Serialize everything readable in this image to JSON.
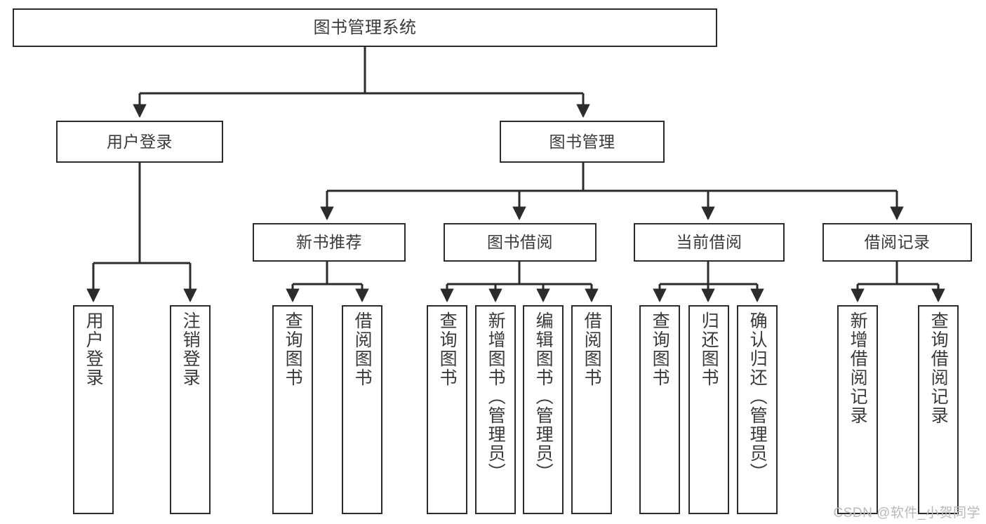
{
  "diagram": {
    "type": "tree-hierarchy",
    "title": "图书管理系统",
    "root": {
      "label": "图书管理系统"
    },
    "level2": [
      {
        "label": "用户登录"
      },
      {
        "label": "图书管理"
      }
    ],
    "level3": [
      {
        "label": "新书推荐"
      },
      {
        "label": "图书借阅"
      },
      {
        "label": "当前借阅"
      },
      {
        "label": "借阅记录"
      }
    ],
    "leaves": [
      {
        "label": "用户登录",
        "parent": "用户登录"
      },
      {
        "label": "注销登录",
        "parent": "用户登录"
      },
      {
        "label": "查询图书",
        "parent": "新书推荐"
      },
      {
        "label": "借阅图书",
        "parent": "新书推荐"
      },
      {
        "label": "查询图书",
        "parent": "图书借阅"
      },
      {
        "label": "新增图书（管理员）",
        "parent": "图书借阅"
      },
      {
        "label": "编辑图书（管理员）",
        "parent": "图书借阅"
      },
      {
        "label": "借阅图书",
        "parent": "图书借阅"
      },
      {
        "label": "查询图书",
        "parent": "当前借阅"
      },
      {
        "label": "归还图书",
        "parent": "当前借阅"
      },
      {
        "label": "确认归还（管理员）",
        "parent": "当前借阅"
      },
      {
        "label": "新增借阅记录",
        "parent": "借阅记录"
      },
      {
        "label": "查询借阅记录",
        "parent": "借阅记录"
      }
    ]
  },
  "watermark": {
    "text": "CSDN @软件_小贺同学"
  },
  "colors": {
    "border": "#2b2b2b",
    "text": "#3a3a3a",
    "background": "#ffffff",
    "watermark": "#b9b9b9"
  }
}
